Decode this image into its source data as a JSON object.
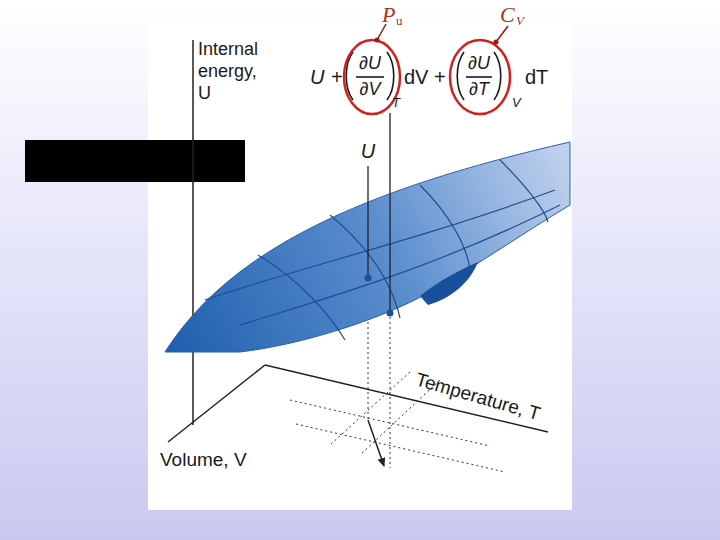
{
  "diagram": {
    "labels": [
      "P",
      "u",
      "C",
      "V",
      "Internal energy, U",
      "U",
      "+",
      "∂U",
      "∂V",
      "T",
      "dV",
      "+",
      "∂U",
      "∂T",
      "V",
      "dT",
      "U",
      "Temperature, T",
      "Volume, V"
    ]
  }
}
